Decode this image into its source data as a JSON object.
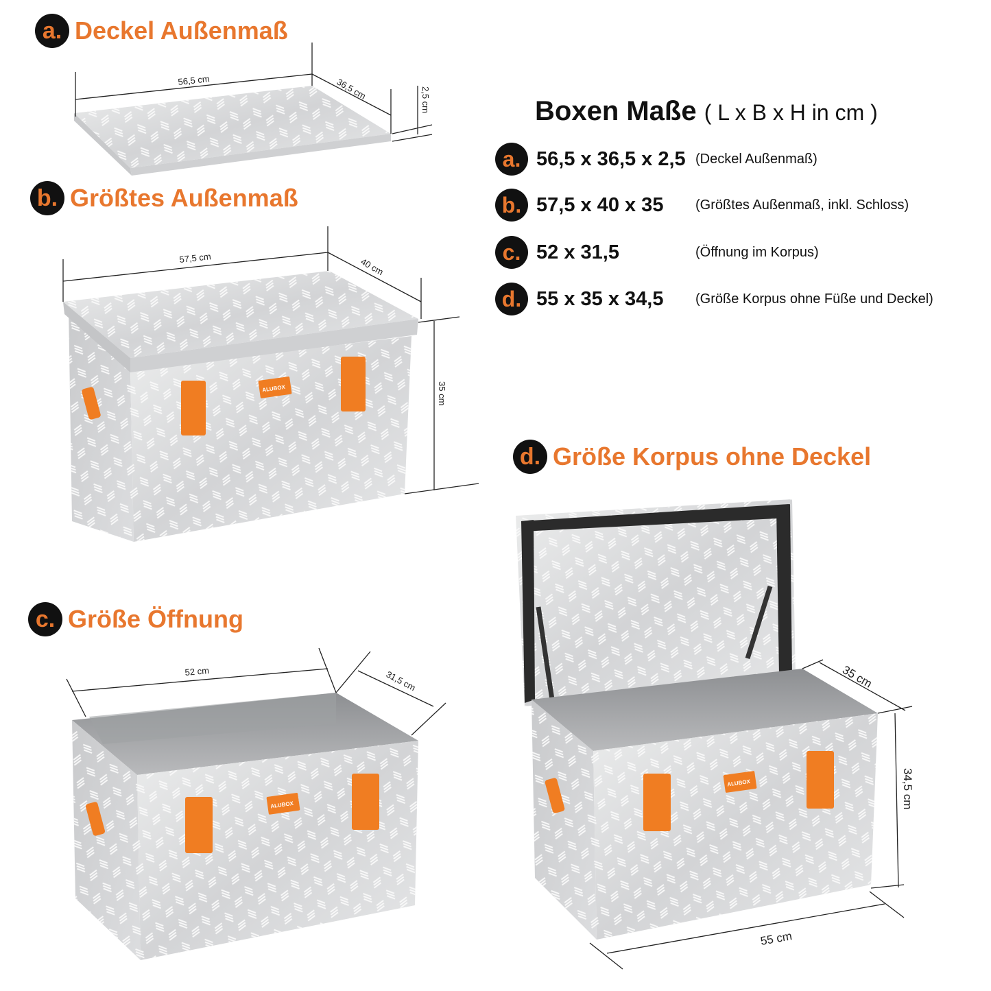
{
  "sections": {
    "a": {
      "badge": "a.",
      "title": "Deckel Außenmaß",
      "dims": [
        "56,5 cm",
        "36,5 cm",
        "2,5 cm"
      ]
    },
    "b": {
      "badge": "b.",
      "title": "Größtes Außenmaß",
      "dims": [
        "57,5 cm",
        "40 cm",
        "35 cm"
      ],
      "logo": "ALUBOX"
    },
    "c": {
      "badge": "c.",
      "title": "Größe Öffnung",
      "dims": [
        "52 cm",
        "31,5 cm"
      ],
      "logo": "ALUBOX"
    },
    "d": {
      "badge": "d.",
      "title": "Größe Korpus ohne Deckel",
      "dims": [
        "35 cm",
        "34,5 cm",
        "55 cm"
      ],
      "logo": "ALUBOX"
    }
  },
  "specs": {
    "title": "Boxen Maße",
    "unit": "( L x B x H in cm )",
    "rows": [
      {
        "badge": "a.",
        "dims": "56,5 x 36,5 x 2,5",
        "desc": "(Deckel Außenmaß)"
      },
      {
        "badge": "b.",
        "dims": "57,5 x 40 x 35",
        "desc": "(Größtes Außenmaß, inkl. Schloss)"
      },
      {
        "badge": "c.",
        "dims": "52 x 31,5",
        "desc": "(Öffnung im Korpus)"
      },
      {
        "badge": "d.",
        "dims": "55 x 35 x 34,5",
        "desc": "(Größe Korpus ohne Füße und Deckel)"
      }
    ]
  },
  "colors": {
    "accent": "#e8772e",
    "badge_bg": "#111111",
    "metal": "#d9dadc"
  }
}
